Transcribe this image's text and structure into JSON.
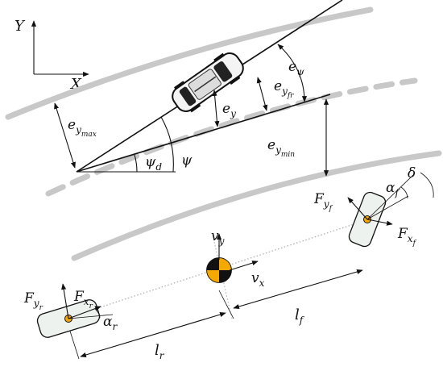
{
  "axes": {
    "y_label": "Y",
    "x_label": "X"
  },
  "top": {
    "e_psi": "e",
    "e_psi_sub": "ψ",
    "e_yfr": "e",
    "e_yfr_sub": "y",
    "e_yfr_subsub": "fr",
    "e_y": "e",
    "e_y_sub": "y",
    "e_ymax": "e",
    "e_ymax_sub": "y",
    "e_ymax_subsub": "max",
    "e_ymin": "e",
    "e_ymin_sub": "y",
    "e_ymin_subsub": "min",
    "psi_d": "ψ",
    "psi_d_sub": "d",
    "psi": "ψ"
  },
  "bottom": {
    "F_yf": "F",
    "F_yf_sub": "y",
    "F_yf_subsub": "f",
    "F_xf": "F",
    "F_xf_sub": "x",
    "F_xf_subsub": "f",
    "alpha_f": "α",
    "alpha_f_sub": "f",
    "delta": "δ",
    "v_y": "v",
    "v_y_sub": "y",
    "v_x": "v",
    "v_x_sub": "x",
    "F_yr": "F",
    "F_yr_sub": "y",
    "F_yr_subsub": "r",
    "F_xr": "F",
    "F_xr_sub": "x",
    "F_xr_subsub": "r",
    "alpha_r": "α",
    "alpha_r_sub": "r",
    "l_f": "l",
    "l_f_sub": "f",
    "l_r": "l",
    "l_r_sub": "r"
  },
  "colors": {
    "road": "#c8c8c8",
    "ink": "#111111",
    "cg_orange": "#f5a800",
    "tire_fill": "#eef2ef"
  }
}
